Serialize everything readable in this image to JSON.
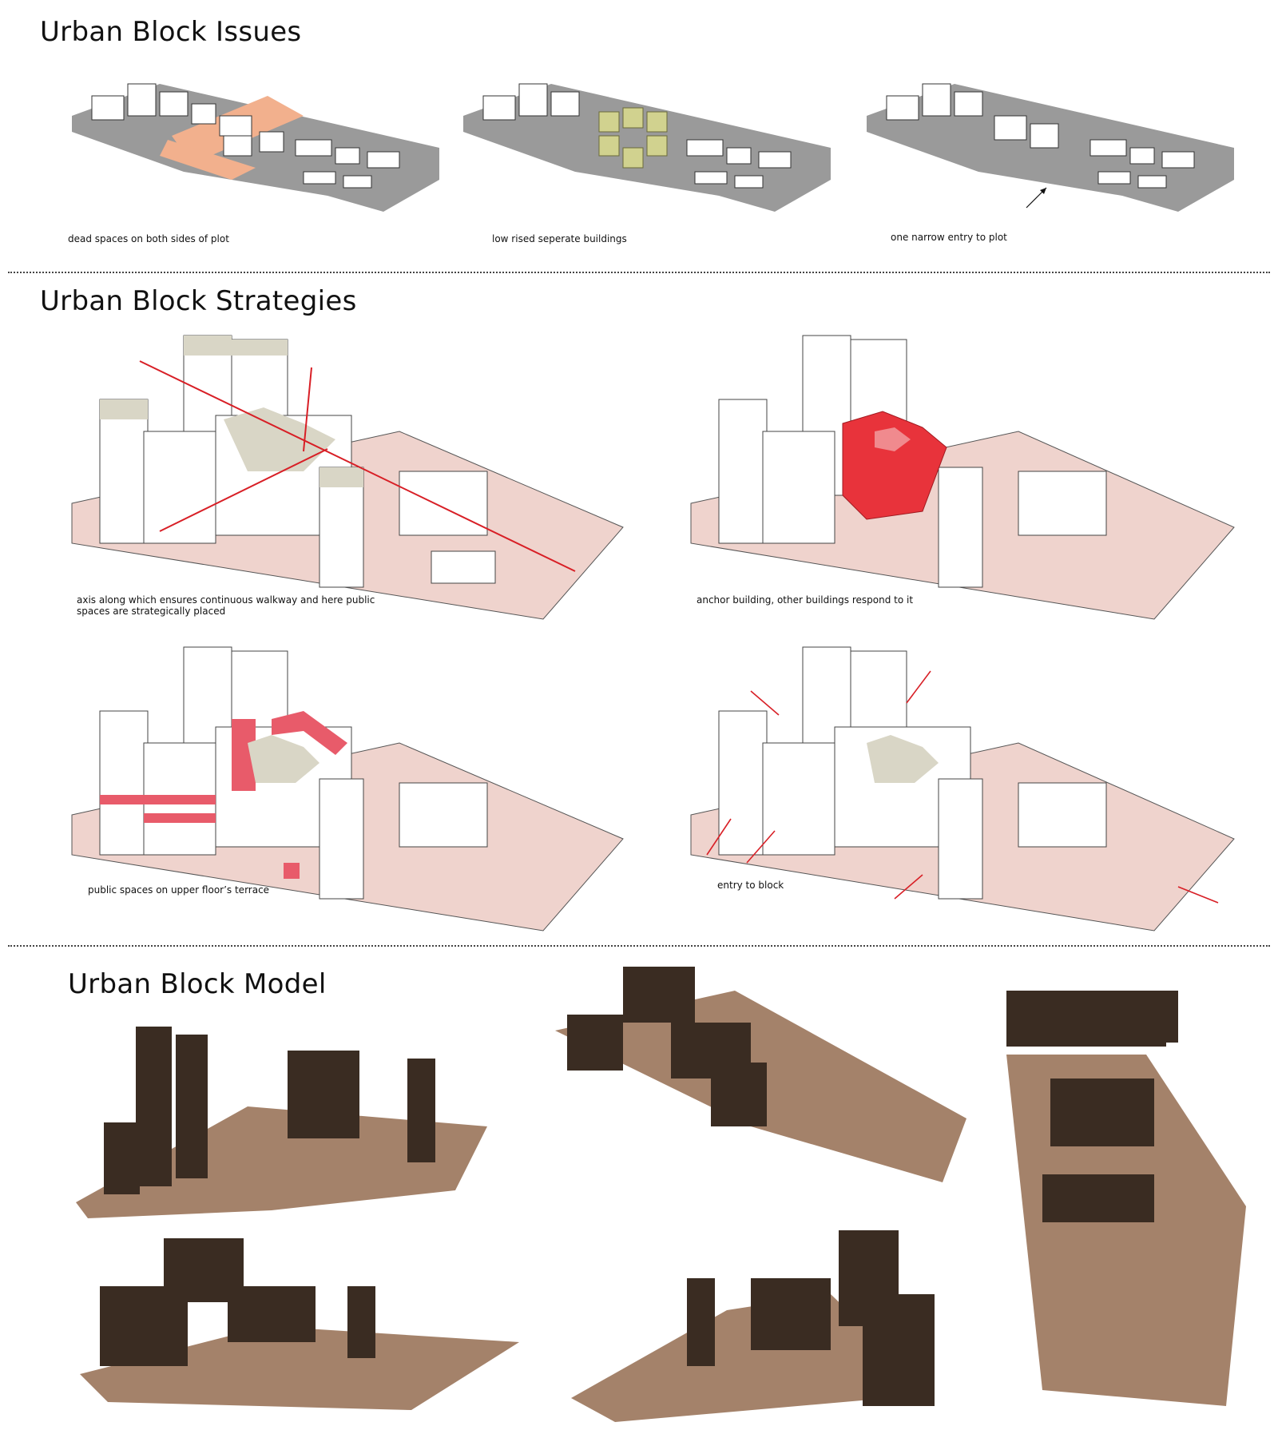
{
  "colors": {
    "ground_gray": "#9a9a9a",
    "ground_pink": "#efd3cd",
    "building_white": "#ffffff",
    "roof_tan": "#d9d6c6",
    "highlight_orange": "#f2b08d",
    "highlight_olive": "#d1d28f",
    "highlight_red": "#e8333b",
    "terrace_red": "#e85b6a",
    "axis_red": "#d81f26",
    "cardboard": "#a4826a",
    "cardboard_dark": "#3a2c22"
  },
  "issues": {
    "title": "Urban Block Issues",
    "panels": [
      {
        "caption": "dead spaces on both sides of plot",
        "icon": "dead-space-diagram"
      },
      {
        "caption": "low rised seperate buildings",
        "icon": "low-rise-diagram"
      },
      {
        "caption": "one narrow entry to plot",
        "icon": "narrow-entry-diagram"
      }
    ]
  },
  "strategies": {
    "title": "Urban Block Strategies",
    "panels": [
      {
        "caption_line1": "axis along which ensures continuous walkway and here public",
        "caption_line2": "spaces are strategically placed",
        "icon": "axis-diagram"
      },
      {
        "caption": "anchor building, other buildings respond to it",
        "icon": "anchor-diagram"
      },
      {
        "caption": "public spaces on upper floor’s terrace",
        "icon": "terrace-diagram"
      },
      {
        "caption": "entry to block",
        "icon": "entry-diagram"
      }
    ]
  },
  "model": {
    "title": "Urban Block Model",
    "photos": [
      "model-photo-1",
      "model-photo-2",
      "model-photo-3",
      "model-photo-4",
      "model-photo-5"
    ]
  }
}
